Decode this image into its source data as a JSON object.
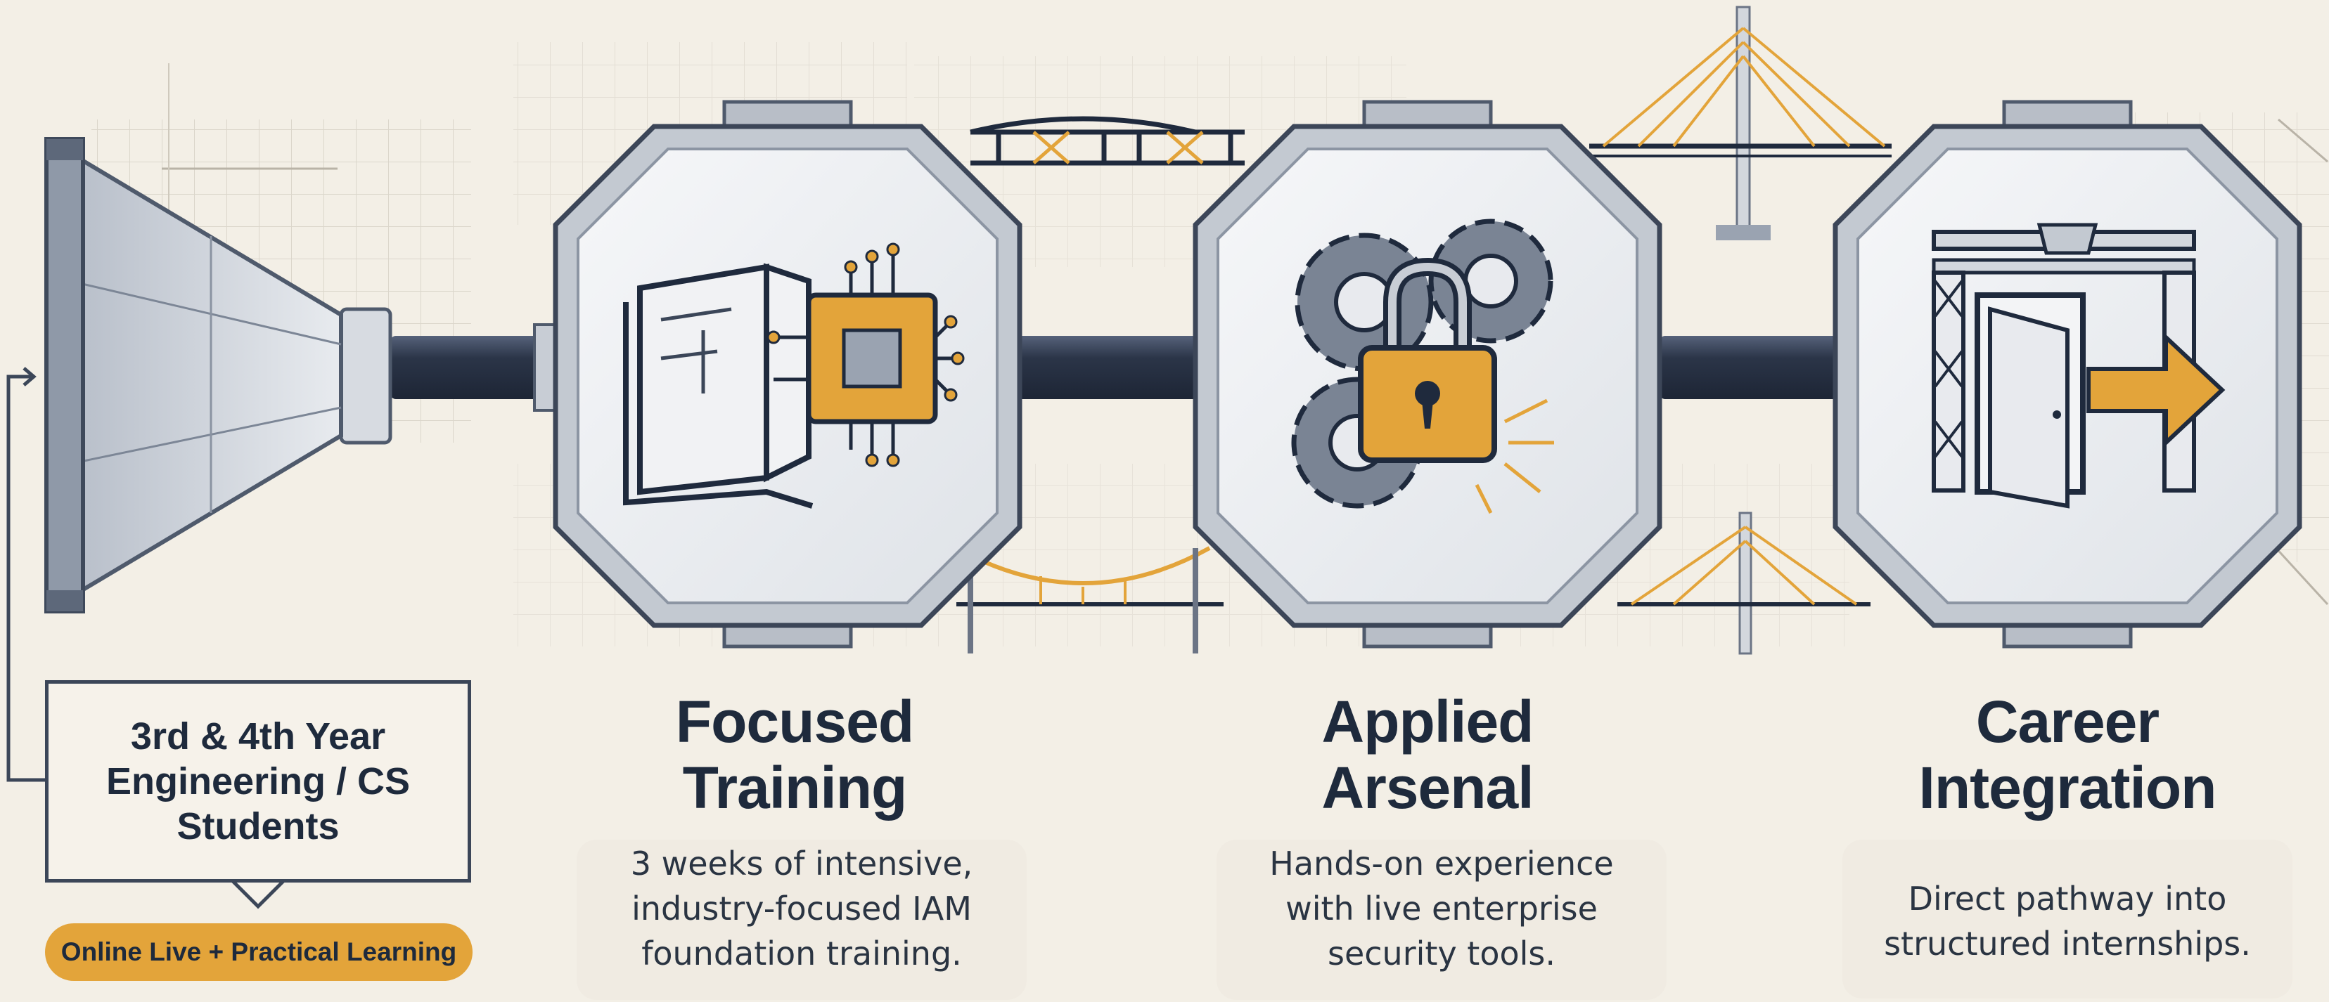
{
  "audience": {
    "lines": [
      "3rd & 4th Year",
      "Engineering / CS",
      "Students"
    ],
    "badge": "Online Live + Practical Learning"
  },
  "stages": [
    {
      "title": [
        "Focused",
        "Training"
      ],
      "description": [
        "3  weeks of intensive,",
        "industry-focused IAM",
        "foundation training."
      ],
      "icon": "book-chip-icon"
    },
    {
      "title": [
        "Applied",
        "Arsenal"
      ],
      "description": [
        "Hands-on experience",
        "with live enterprise",
        "security tools."
      ],
      "icon": "gears-padlock-icon"
    },
    {
      "title": [
        "Career",
        "Integration"
      ],
      "description": [
        "Direct pathway into",
        "structured internships."
      ],
      "icon": "door-arrow-icon"
    }
  ],
  "colors": {
    "accent": "#e3a43a",
    "navy": "#1e2a3c",
    "pipe": "#2c3647",
    "steel": "#d9dde3",
    "background": "#f3efe6"
  }
}
